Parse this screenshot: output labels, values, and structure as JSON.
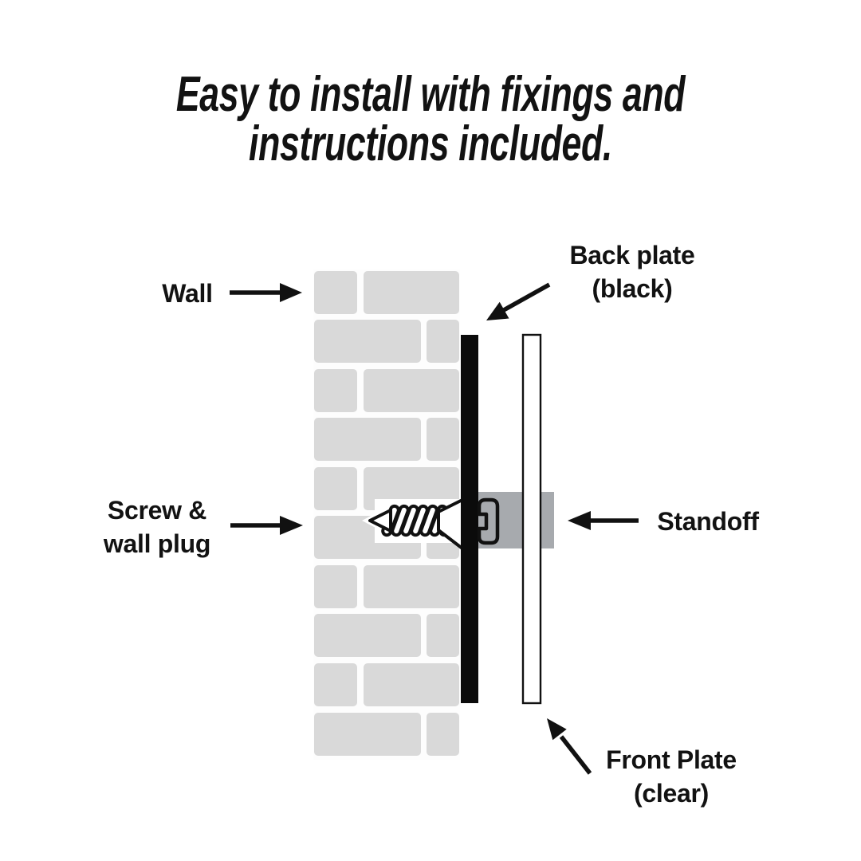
{
  "title": "Easy to install with fixings and\ninstructions included.",
  "diagram": {
    "labels": {
      "wall": "Wall",
      "screw": "Screw &\nwall plug",
      "back_plate": "Back plate\n(black)",
      "standoff": "Standoff",
      "front_plate": "Front Plate\n(clear)"
    },
    "parts": {
      "wall": "brick wall",
      "screw": "screw and wall plug",
      "back_plate": "black back plate",
      "standoff": "grey standoff barrel",
      "front_plate": "clear front plate"
    }
  },
  "colors": {
    "text": "#121212",
    "outline": "#111111",
    "brick": "#d9d9d9",
    "backplate": "#0b0b0b",
    "standoff": "#a7aaae",
    "frontplate_fill": "#ffffff"
  }
}
